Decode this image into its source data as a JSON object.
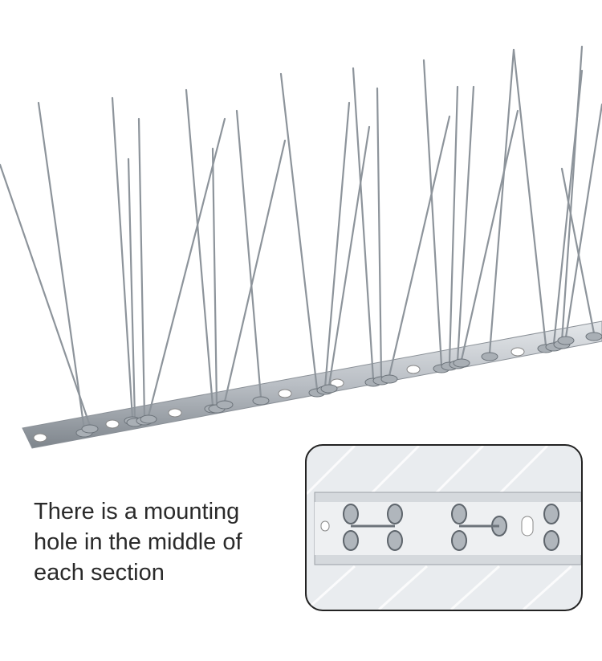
{
  "caption": {
    "lines": [
      "There is a mounting",
      "hole in the middle of",
      "each section"
    ]
  },
  "colors": {
    "steel": "#9aa0a6",
    "strip": "#c9cdd2",
    "text": "#2a2a2a",
    "inset_border": "#222222"
  }
}
